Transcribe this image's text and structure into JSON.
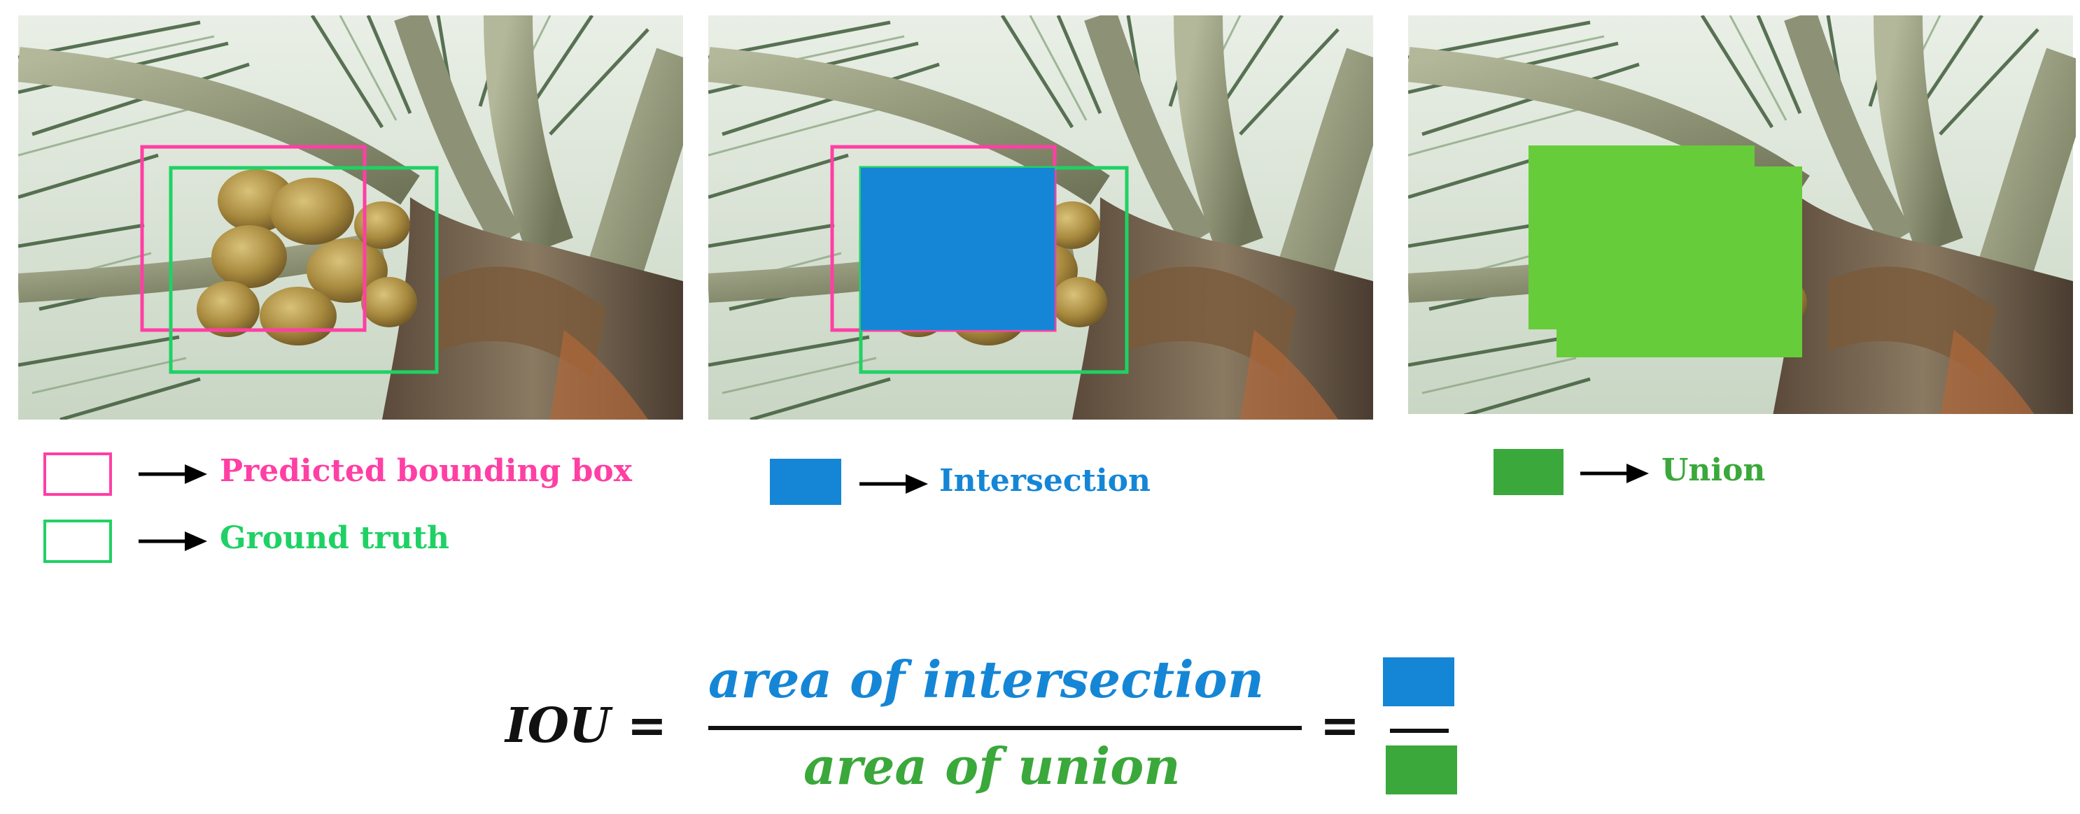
{
  "colors": {
    "predicted": "#ff3fa4",
    "ground_truth": "#1fd164",
    "intersection": "#1586d6",
    "union": "#66cc3a",
    "union_legend": "#3aa83a",
    "formula_text": "#111111"
  },
  "legend": {
    "predicted_label": "Predicted bounding box",
    "ground_truth_label": "Ground truth",
    "intersection_label": "Intersection",
    "union_label": "Union"
  },
  "formula": {
    "lhs": "IOU =",
    "numerator": "area of intersection",
    "denominator": "area of union",
    "equals": "="
  },
  "icons": [
    "arrow-right-icon"
  ]
}
